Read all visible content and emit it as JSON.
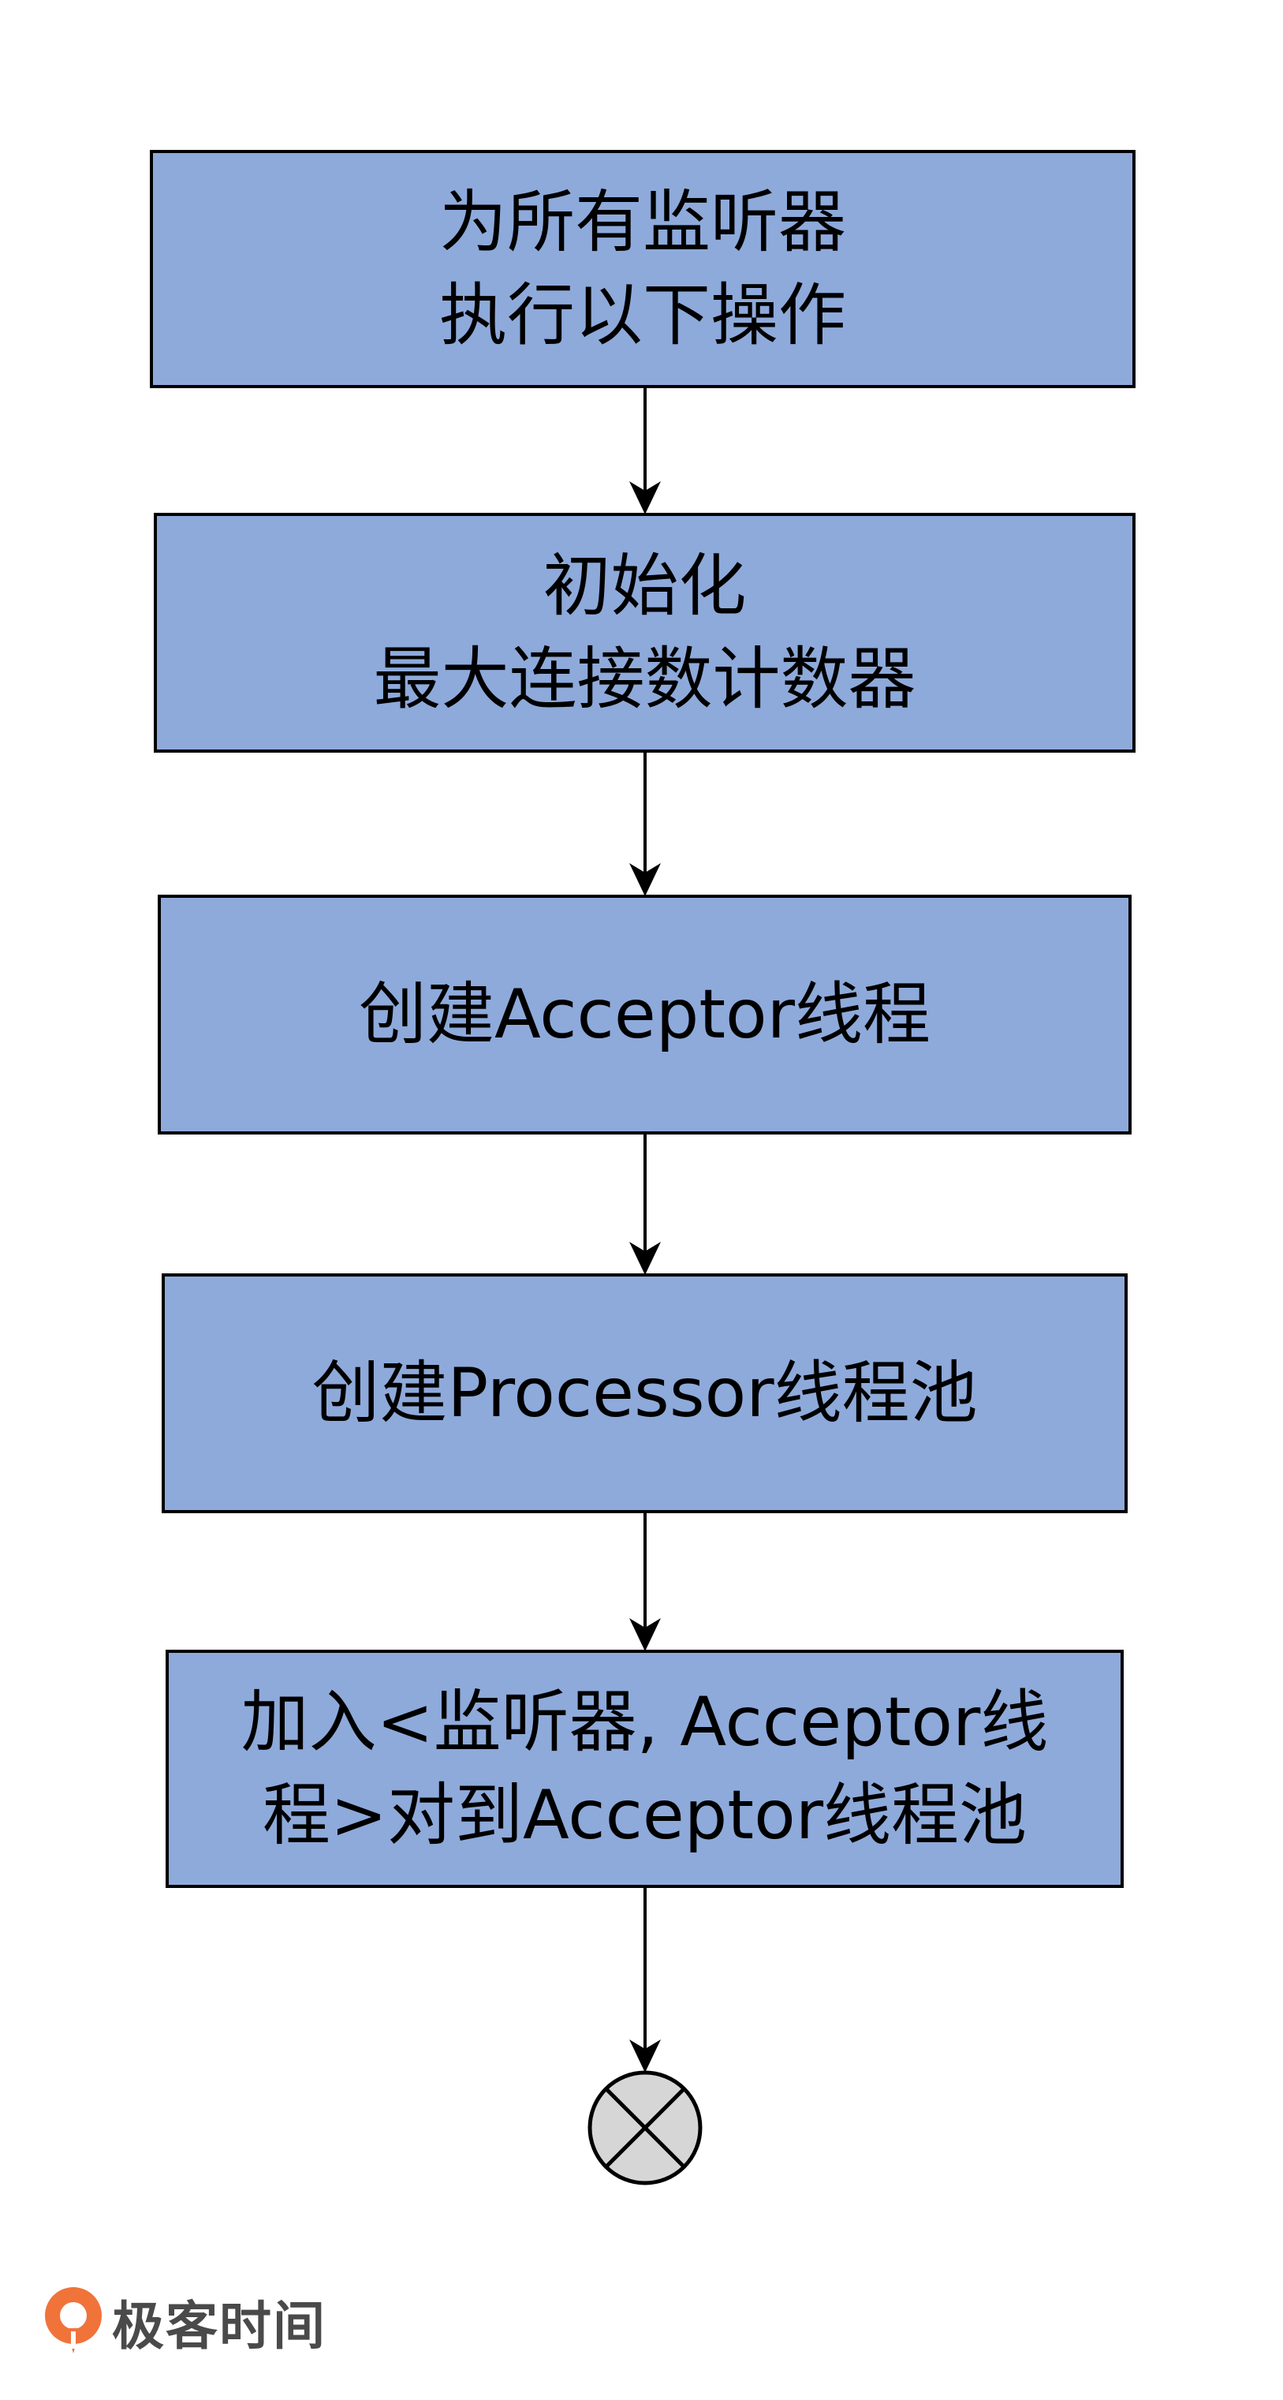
{
  "flowchart": {
    "nodes": [
      {
        "id": "n1",
        "lines": [
          "为所有监听器",
          "执行以下操作"
        ]
      },
      {
        "id": "n2",
        "lines": [
          "初始化",
          "最大连接数计数器"
        ]
      },
      {
        "id": "n3",
        "lines": [
          "创建Acceptor线程"
        ]
      },
      {
        "id": "n4",
        "lines": [
          "创建Processor线程池"
        ]
      },
      {
        "id": "n5",
        "lines": [
          "加入<监听器, Acceptor线",
          "程>对到Acceptor线程池"
        ]
      }
    ],
    "edges": [
      {
        "from": "n1",
        "to": "n2"
      },
      {
        "from": "n2",
        "to": "n3"
      },
      {
        "from": "n3",
        "to": "n4"
      },
      {
        "from": "n4",
        "to": "n5"
      },
      {
        "from": "n5",
        "to": "end"
      }
    ],
    "end_node": {
      "id": "end",
      "type": "flow-final"
    }
  },
  "colors": {
    "box_fill": "#8eaadb",
    "box_stroke": "#000000",
    "end_fill": "#d6d6d6",
    "logo_orange": "#f0733a"
  },
  "logo": {
    "text": "极客时间",
    "icon": "geektime-logo-icon"
  }
}
